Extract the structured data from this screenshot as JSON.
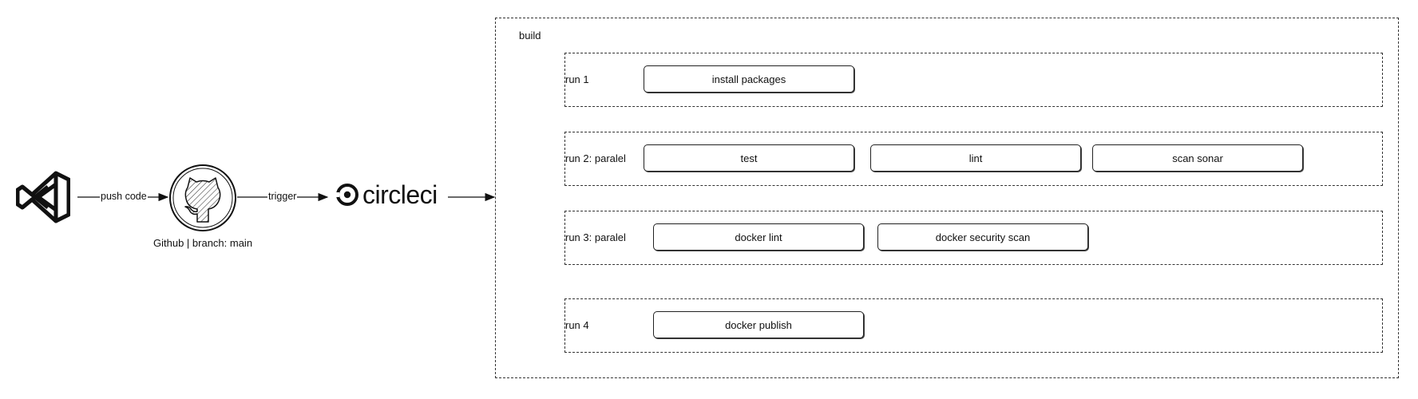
{
  "pipeline": {
    "edge_push": "push code",
    "edge_trigger": "trigger",
    "github_label": "Github | branch: main",
    "circleci_logo_text": "circleci"
  },
  "build": {
    "title": "build",
    "runs": [
      {
        "label": "run 1",
        "jobs": [
          "install packages"
        ]
      },
      {
        "label": "run 2: paralel",
        "jobs": [
          "test",
          "lint",
          "scan sonar"
        ]
      },
      {
        "label": "run 3: paralel",
        "jobs": [
          "docker lint",
          "docker security scan"
        ]
      },
      {
        "label": "run 4",
        "jobs": [
          "docker publish"
        ]
      }
    ]
  }
}
